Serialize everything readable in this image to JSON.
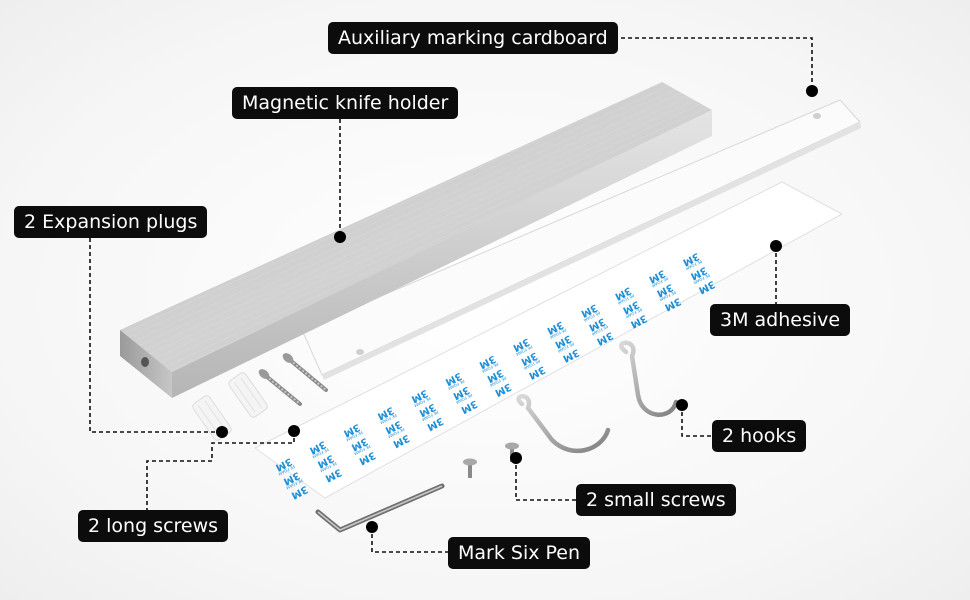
{
  "labels": {
    "auxiliary": "Auxiliary marking cardboard",
    "knife_holder": "Magnetic knife holder",
    "expansion_plugs": "2 Expansion plugs",
    "adhesive": "3M adhesive",
    "hooks": "2 hooks",
    "small_screws": "2 small screws",
    "long_screws": "2 long screws",
    "pen": "Mark Six Pen"
  },
  "adhesive_print": {
    "brand": "3M",
    "small_text": "PE FOAM"
  },
  "colors": {
    "label_bg": "#0c0c0c",
    "label_text": "#ffffff",
    "steel": "#c4c4c4",
    "adhesive_blue": "#1d8fd6"
  }
}
